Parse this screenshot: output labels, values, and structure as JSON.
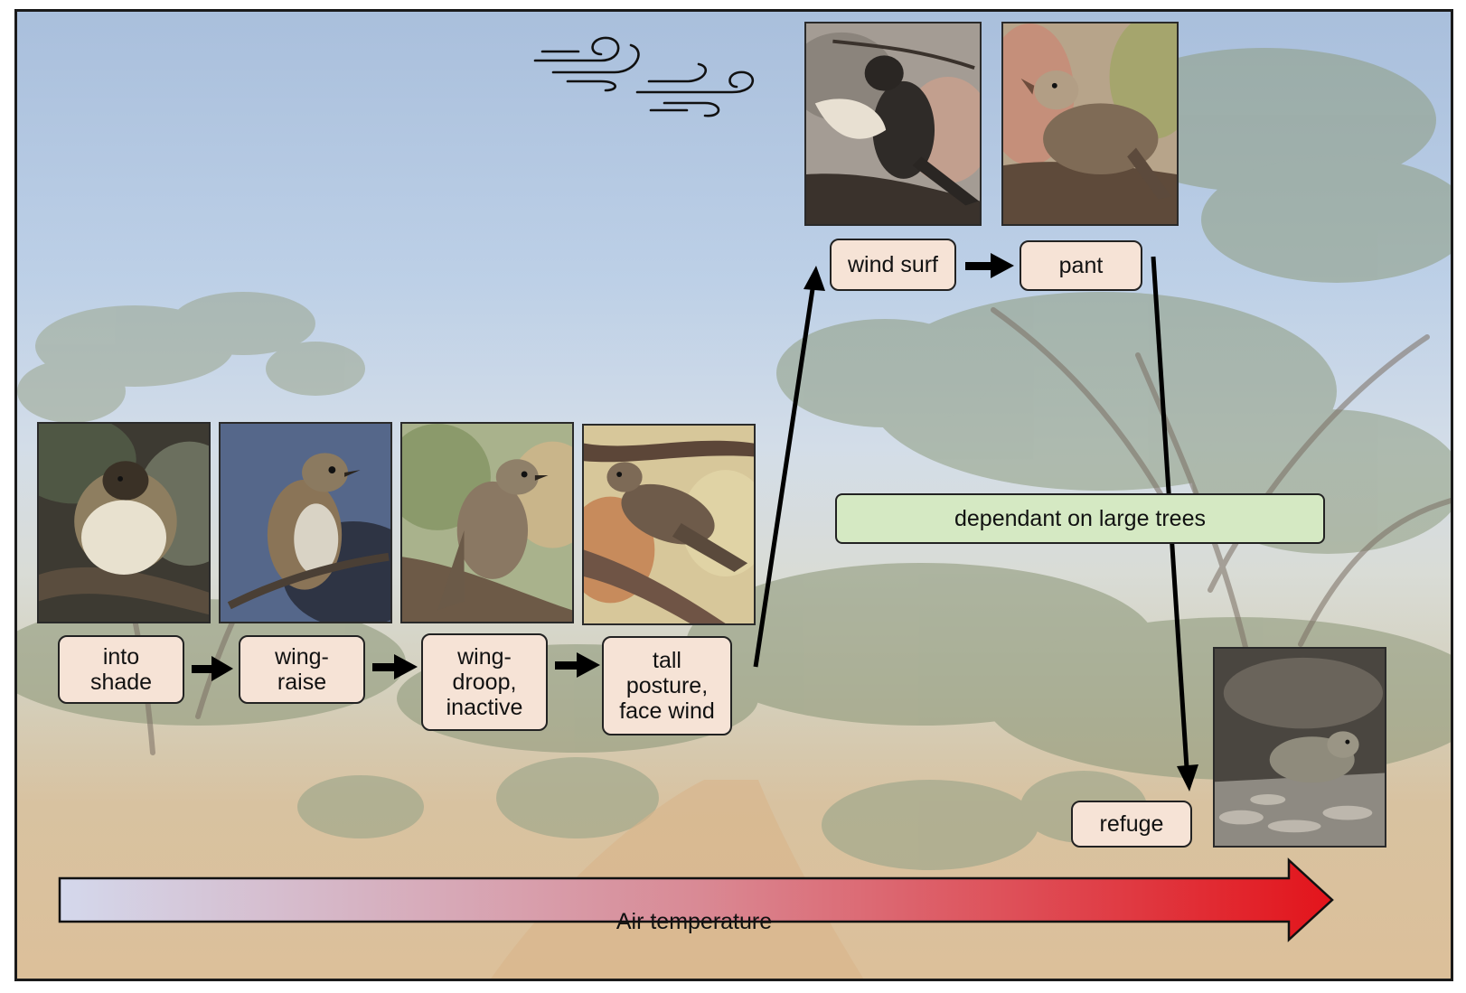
{
  "steps": [
    {
      "label": "into\nshade"
    },
    {
      "label": "wing-\nraise"
    },
    {
      "label": "wing-\ndroop,\ninactive"
    },
    {
      "label": "tall\nposture,\nface wind"
    },
    {
      "label": "wind surf"
    },
    {
      "label": "pant"
    },
    {
      "label": "refuge"
    }
  ],
  "zone_label": "dependant on large trees",
  "temperature_axis": {
    "label": "Air temperature",
    "colors": {
      "cool": "#d4d8ec",
      "hot": "#e3141b"
    }
  },
  "icons": [
    "wind-icon"
  ]
}
